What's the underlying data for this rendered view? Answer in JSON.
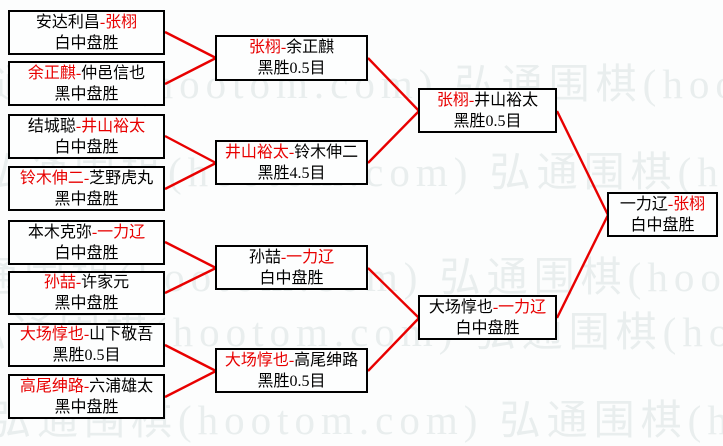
{
  "watermark": {
    "text": "弘通围棋(hootom.com)",
    "repeat": 3,
    "color": "#e9eeee"
  },
  "colors": {
    "winner_red": "#e80000",
    "line_red": "#e80000",
    "border": "#000000",
    "background": "#fcfdfd"
  },
  "bracket": {
    "round1": {
      "matches": [
        {
          "left": "安达利昌",
          "sep": "-",
          "right": "张栩",
          "left_class": "blk",
          "right_class": "red",
          "result": "白中盘胜"
        },
        {
          "left": "余正麒",
          "sep": "-",
          "right": "仲邑信也",
          "left_class": "red",
          "right_class": "blk",
          "result": "黑中盘胜"
        },
        {
          "left": "结城聪",
          "sep": "-",
          "right": "井山裕太",
          "left_class": "blk",
          "right_class": "red",
          "result": "白中盘胜"
        },
        {
          "left": "铃木伸二",
          "sep": "-",
          "right": "芝野虎丸",
          "left_class": "red",
          "right_class": "blk",
          "result": "黑中盘胜"
        },
        {
          "left": "本木克弥",
          "sep": "-",
          "right": "一力辽",
          "left_class": "blk",
          "right_class": "red",
          "result": "白中盘胜"
        },
        {
          "left": "孙喆",
          "sep": "-",
          "right": "许家元",
          "left_class": "red",
          "right_class": "blk",
          "result": "黑中盘胜"
        },
        {
          "left": "大场惇也",
          "sep": "-",
          "right": "山下敬吾",
          "left_class": "red",
          "right_class": "blk",
          "result": "黑胜0.5目"
        },
        {
          "left": "高尾绅路",
          "sep": "-",
          "right": "六浦雄太",
          "left_class": "red",
          "right_class": "blk",
          "result": "黑中盘胜"
        }
      ]
    },
    "round2": {
      "matches": [
        {
          "left": "张栩",
          "sep": "-",
          "right": "余正麒",
          "left_class": "red",
          "right_class": "blk",
          "result": "黑胜0.5目"
        },
        {
          "left": "井山裕太",
          "sep": "-",
          "right": "铃木伸二",
          "left_class": "red",
          "right_class": "blk",
          "result": "黑胜4.5目"
        },
        {
          "left": "孙喆",
          "sep": "-",
          "right": "一力辽",
          "left_class": "blk",
          "right_class": "red",
          "result": "白中盘胜"
        },
        {
          "left": "大场惇也",
          "sep": "-",
          "right": "高尾绅路",
          "left_class": "red",
          "right_class": "blk",
          "result": "黑胜0.5目"
        }
      ]
    },
    "round3": {
      "matches": [
        {
          "left": "张栩",
          "sep": "-",
          "right": "井山裕太",
          "left_class": "red",
          "right_class": "blk",
          "result": "黑胜0.5目"
        },
        {
          "left": "大场惇也",
          "sep": "-",
          "right": "一力辽",
          "left_class": "blk",
          "right_class": "red",
          "result": "白中盘胜"
        }
      ]
    },
    "final": {
      "matches": [
        {
          "left": "一力辽",
          "sep": "-",
          "right": "张栩",
          "left_class": "blk",
          "right_class": "red",
          "result": "白中盘胜"
        }
      ]
    }
  }
}
